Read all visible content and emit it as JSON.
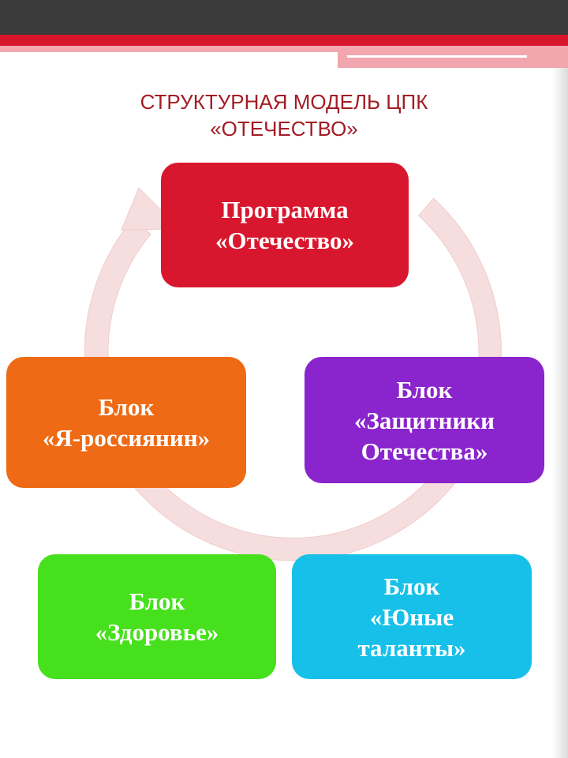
{
  "title": {
    "line1": "СТРУКТУРНАЯ МОДЕЛЬ ЦПК",
    "line2": "«ОТЕЧЕСТВО»"
  },
  "nodes": [
    {
      "id": "program",
      "line1": "Программа",
      "line2": "«Отечество»",
      "line3": "",
      "color": "#d8172e"
    },
    {
      "id": "defenders",
      "line1": "Блок",
      "line2": "«Защитники",
      "line3": "Отечества»",
      "color": "#8a24cc"
    },
    {
      "id": "talents",
      "line1": "Блок",
      "line2": "«Юные",
      "line3": "таланты»",
      "color": "#17c0e8"
    },
    {
      "id": "health",
      "line1": "Блок",
      "line2": "«Здоровье»",
      "line3": "",
      "color": "#46e01c"
    },
    {
      "id": "russian",
      "line1": "Блок",
      "line2": "«Я-россиянин»",
      "line3": "",
      "color": "#ee6a14"
    }
  ],
  "colors": {
    "title": "#a31c24",
    "header_dark": "#3b3b3b",
    "header_red": "#d8152a",
    "header_pink": "#f2a7ae",
    "cycle_arrow": "#f6dede"
  }
}
